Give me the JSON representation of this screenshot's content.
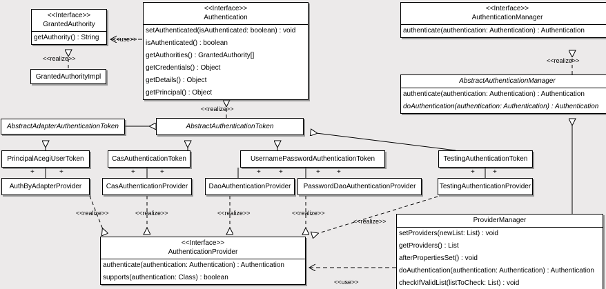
{
  "diagram": {
    "title": "Acegi Security Authentication Class Diagram",
    "background": "#eceaea",
    "line_color": "#000000",
    "box_fill": "#ffffff"
  },
  "classes": {
    "granted_authority": {
      "stereotype": "<<Interface>>",
      "name": "GrantedAuthority",
      "operations": [
        "getAuthority() : String"
      ]
    },
    "granted_authority_impl": {
      "name": "GrantedAuthorityImpl"
    },
    "authentication": {
      "stereotype": "<<Interface>>",
      "name": "Authentication",
      "operations": [
        "setAuthenticated(isAuthenticated: boolean) : void",
        "isAuthenticated() : boolean",
        "getAuthorities() : GrantedAuthority[]",
        "getCredentials() : Object",
        "getDetails() : Object",
        "getPrincipal() : Object"
      ]
    },
    "authentication_manager": {
      "stereotype": "<<Interface>>",
      "name": "AuthenticationManager",
      "operations": [
        "authenticate(authentication: Authentication) : Authentication"
      ]
    },
    "abstract_authentication_manager": {
      "name": "AbstractAuthenticationManager",
      "operations": [
        "authenticate(authentication: Authentication) : Authentication",
        "doAuthentication(authentication: Authentication) : Authentication"
      ]
    },
    "abstract_adapter_authentication_token": {
      "name": "AbstractAdapterAuthenticationToken"
    },
    "abstract_authentication_token": {
      "name": "AbstractAuthenticationToken"
    },
    "principal_acegi_user_token": {
      "name": "PrincipalAcegiUserToken"
    },
    "cas_authentication_token": {
      "name": "CasAuthenticationToken"
    },
    "username_password_authentication_token": {
      "name": "UsernamePasswordAuthenticationToken"
    },
    "testing_authentication_token": {
      "name": "TestingAuthenticationToken"
    },
    "auth_by_adapter_provider": {
      "name": "AuthByAdapterProvider"
    },
    "cas_authentication_provider": {
      "name": "CasAuthenticationProvider"
    },
    "dao_authentication_provider": {
      "name": "DaoAuthenticationProvider"
    },
    "password_dao_authentication_provider": {
      "name": "PasswordDaoAuthenticationProvider"
    },
    "testing_authentication_provider": {
      "name": "TestingAuthenticationProvider"
    },
    "authentication_provider": {
      "stereotype": "<<Interface>>",
      "name": "AuthenticationProvider",
      "operations": [
        "authenticate(authentication: Authentication) : Authentication",
        "supports(authentication: Class) : boolean"
      ]
    },
    "provider_manager": {
      "name": "ProviderManager",
      "operations": [
        "setProviders(newList: List) : void",
        "getProviders() : List",
        "afterPropertiesSet() : void",
        "doAuthentication(authentication: Authentication) : Authentication",
        "checkIfValidList(listToCheck: List) : void"
      ]
    }
  },
  "relationship_labels": {
    "use_granted_authority": "<<use>>",
    "realize_granted_authority": "<<realize>>",
    "realize_authentication": "<<realize>>",
    "realize_authentication_manager": "<<realize>>",
    "realize_auth_by_adapter": "<<realize>>",
    "realize_cas": "<<realize>>",
    "realize_dao": "<<realize>>",
    "realize_password_dao": "<<realize>>",
    "realize_testing": "<<realize>>",
    "use_provider_manager": "<<use>>"
  },
  "multiplicity_marks": {
    "plus": "+"
  }
}
